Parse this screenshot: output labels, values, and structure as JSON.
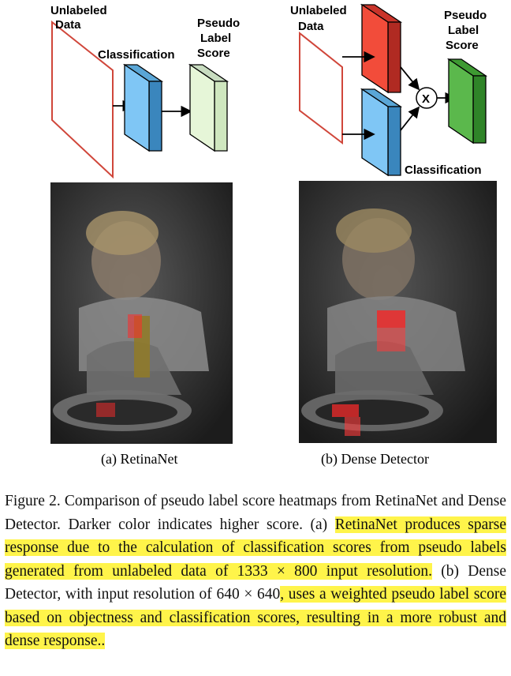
{
  "diagram_a": {
    "input_label_line1": "Unlabeled",
    "input_label_line2": "Data",
    "block_label": "Classification",
    "output_label_line1": "Pseudo",
    "output_label_line2": "Label",
    "output_label_line3": "Score"
  },
  "diagram_b": {
    "input_label_line1": "Unlabeled",
    "input_label_line2": "Data",
    "multiply_symbol": "X",
    "block_label": "Classification",
    "output_label_line1": "Pseudo",
    "output_label_line2": "Label",
    "output_label_line3": "Score"
  },
  "subfigures": {
    "a": "(a) RetinaNet",
    "b": "(b) Dense Detector"
  },
  "caption": {
    "lead": "Figure 2. Comparison of pseudo label score heatmaps from RetinaNet and Dense Detector.  Darker color indicates higher score. (a) ",
    "hl1": "RetinaNet produces sparse response due to the calculation of classification scores from pseudo labels generated from unlabeled data of 1333 × 800 input resolution.",
    "mid": " (b) Dense Detector, with input resolution of 640 × 640",
    "hl2": ", uses a weighted pseudo label score based on objectness and classification scores, resulting in a more robust and dense response.."
  },
  "colors": {
    "input_frame": "#d0463a",
    "cls_block": "#7fc6f5",
    "obj_block": "#f24c3a",
    "out_a": "#e6f6d8",
    "out_b": "#5bb84c",
    "highlight": "#fff44a"
  }
}
